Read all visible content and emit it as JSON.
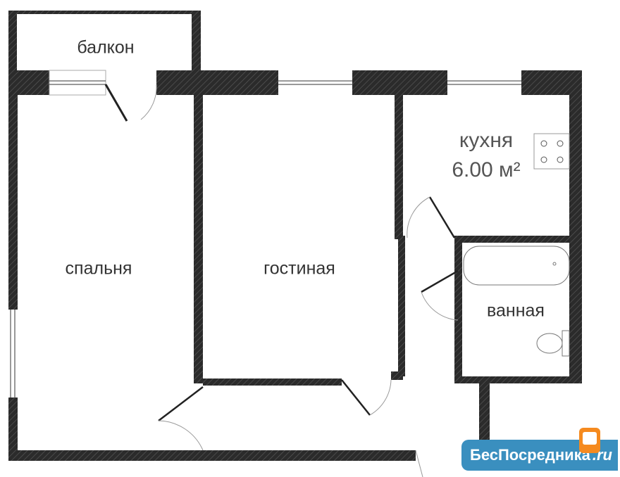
{
  "rooms": {
    "balcony": "балкон",
    "bedroom": "спальня",
    "living_room": "гостиная",
    "kitchen": "кухня",
    "kitchen_area": "6.00 м²",
    "bathroom": "ванная"
  },
  "watermark": {
    "brand": "БесПосредника",
    "tld": ".ru"
  },
  "colors": {
    "wall": "#2b2b2b",
    "logo_bg": "#3a8fbf",
    "mascot": "#f58a1f"
  }
}
